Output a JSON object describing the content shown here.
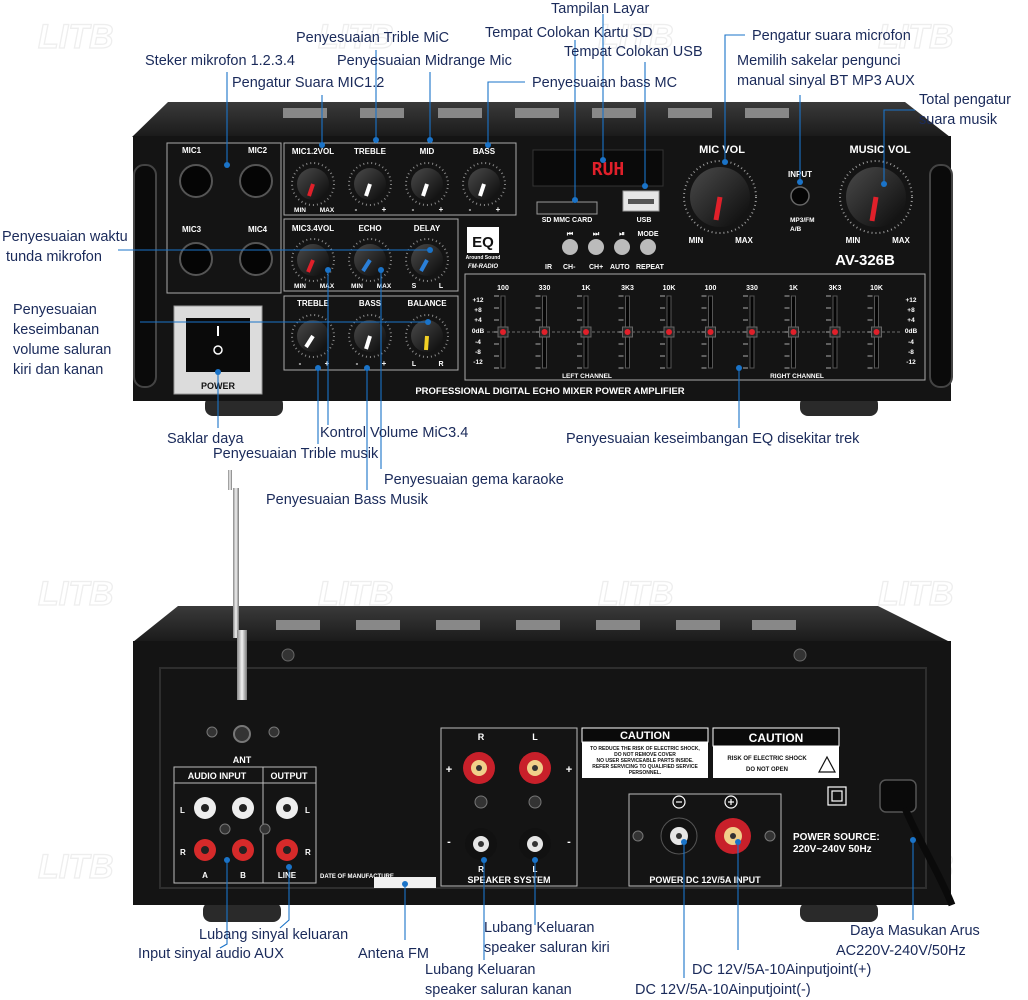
{
  "brand_watermark": "LITB",
  "front": {
    "model": "AV-326B",
    "bottom_title": "PROFESSIONAL DIGITAL ECHO MIXER POWER AMPLIFIER",
    "display_text": "RUH",
    "eq_logo": "EQ",
    "eq_logo_sub": "Around Sound",
    "fm_radio": "FM-RADIO",
    "sd_label": "SD MMC CARD",
    "usb_label": "USB",
    "mode_label": "MODE",
    "repeat_label": "REPEAT",
    "ir_label": "IR",
    "ch_minus": "CH-",
    "ch_plus": "CH+",
    "auto_label": "AUTO",
    "input_label": "INPUT",
    "mp3_label": "MP3/FM",
    "ab_label": "A/B",
    "power_label": "POWER",
    "mic_vol": "MIC VOL",
    "music_vol": "MUSIC VOL",
    "min": "MIN",
    "max": "MAX",
    "left_channel": "LEFT CHANNEL",
    "right_channel": "RIGHT CHANNEL",
    "jacks": [
      "MIC1",
      "MIC2",
      "MIC3",
      "MIC4"
    ],
    "knob_top_row": [
      "MIC1.2VOL",
      "TREBLE",
      "MID",
      "BASS"
    ],
    "knob_mid_row": [
      "MIC3.4VOL",
      "ECHO",
      "DELAY"
    ],
    "knob_bottom_row": [
      "TREBLE",
      "BASS",
      "BALANCE"
    ],
    "eq_freqs": [
      "100",
      "330",
      "1K",
      "3K3",
      "10K",
      "100",
      "330",
      "1K",
      "3K3",
      "10K"
    ],
    "eq_scale": [
      "+12",
      "+8",
      "+4",
      "0dB",
      "-4",
      "-8",
      "-12"
    ],
    "sign_minus": "-",
    "sign_plus": "+",
    "s_label": "S",
    "l_label": "L",
    "r_label": "R"
  },
  "back": {
    "ant": "ANT",
    "audio_input": "AUDIO INPUT",
    "output": "OUTPUT",
    "a": "A",
    "b": "B",
    "line": "LINE",
    "l": "L",
    "r": "R",
    "date_of_manufacture": "DATE OF MANUFACTURE",
    "speaker_system": "SPEAKER SYSTEM",
    "caution": "CAUTION",
    "caution_text_1": [
      "TO REDUCE THE RISK OF ELECTRIC SHOCK,",
      "DO NOT REMOVE COVER",
      "NO USER SERVICEABLE PARTS INSIDE.",
      "REFER SERVICING TO QUALIFIED SERVICE",
      "PERSONNEL."
    ],
    "caution_text_2": [
      "RISK OF ELECTRIC SHOCK",
      "DO NOT OPEN"
    ],
    "power_dc": "POWER DC 12V/5A INPUT",
    "power_source_1": "POWER SOURCE:",
    "power_source_2": "220V~240V 50Hz"
  },
  "callouts": {
    "tampilan_layar": "Tampilan Layar",
    "tempat_sd": "Tempat Colokan Kartu SD",
    "tempat_usb": "Tempat Colokan USB",
    "trible_mic": "Penyesuaian Trible MiC",
    "midrange_mic": "Penyesuaian Midrange Mic",
    "steker_mic": "Steker mikrofon 1.2.3.4",
    "pengatur_mic12": "Pengatur Suara MIC1.2",
    "bass_mc": "Penyesuaian bass MC",
    "pengatur_mikrofon": "Pengatur suara microfon",
    "sakelar_1": "Memilih sakelar pengunci",
    "sakelar_2": "manual sinyal BT MP3 AUX",
    "total_1": "Total pengatur",
    "total_2": "suara musik",
    "tunda_1": "Penyesuaian waktu",
    "tunda_2": "tunda mikrofon",
    "balance_1": "Penyesuaian",
    "balance_2": "keseimbanan",
    "balance_3": "volume saluran",
    "balance_4": "kiri dan kanan",
    "saklar_daya": "Saklar daya",
    "kontrol_mic34": "Kontrol Volume MiC3.4",
    "trible_musik": "Penyesuaian Trible musik",
    "gema": "Penyesuaian gema karaoke",
    "bass_musik": "Penyesuaian Bass Musik",
    "eq_trek": "Penyesuaian keseimbangan EQ disekitar trek",
    "lubang_keluaran": "Lubang sinyal keluaran",
    "input_aux": "Input sinyal audio AUX",
    "antena": "Antena FM",
    "kiri_1": "Lubang Keluaran",
    "kiri_2": "speaker saluran kiri",
    "kanan_1": "Lubang Keluaran",
    "kanan_2": "speaker saluran kanan",
    "dc_plus": "DC 12V/5A-10Ainputjoint(+)",
    "dc_minus": "DC 12V/5A-10Ainputjoint(-)",
    "daya_1": "Daya Masukan Arus",
    "daya_2": "AC220V-240V/50Hz"
  },
  "colors": {
    "callout_text": "#1a2a5a",
    "leader_line": "#1a73c8",
    "chassis": "#141414",
    "led_red": "#e0202a"
  }
}
